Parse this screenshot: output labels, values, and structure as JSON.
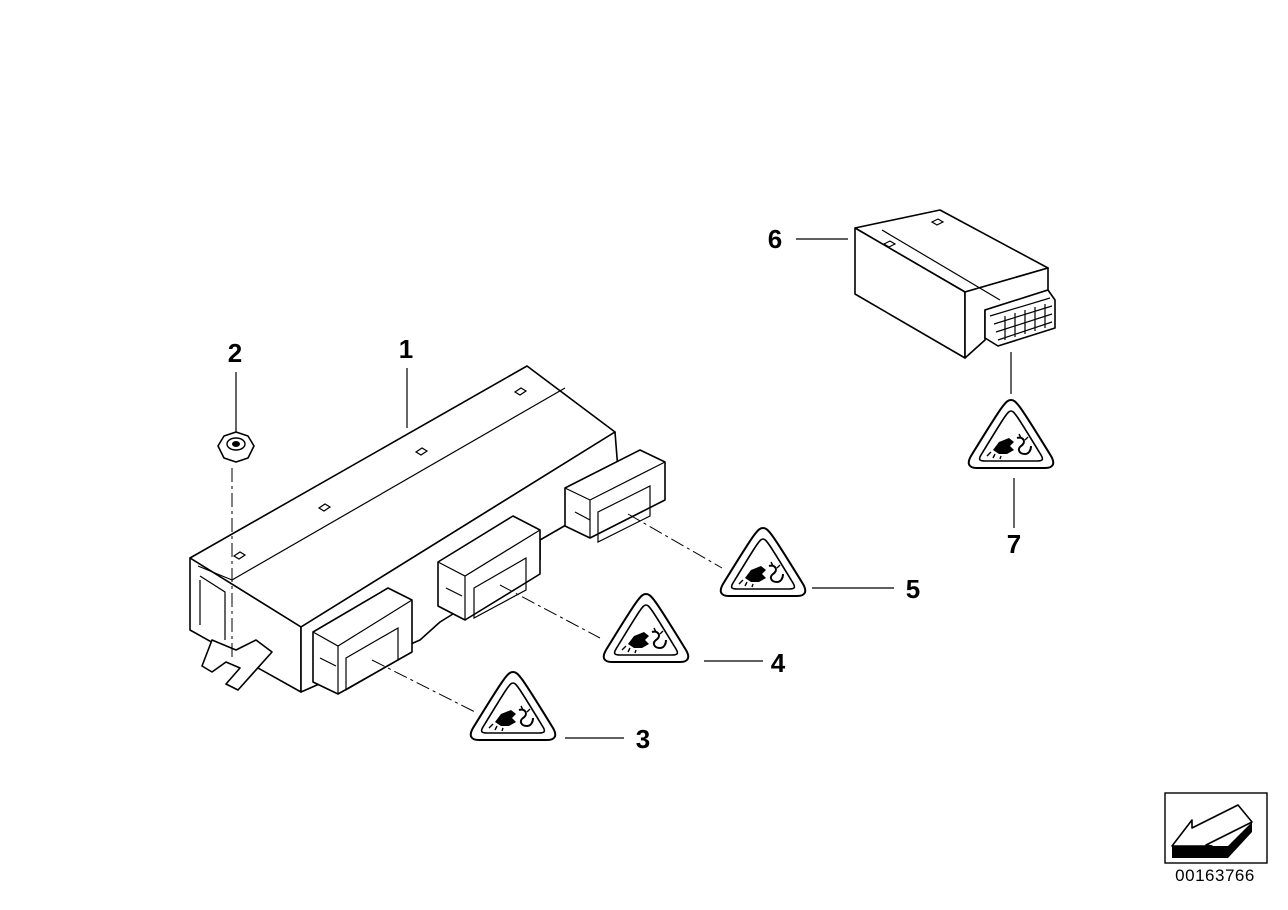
{
  "callouts": [
    {
      "id": "1",
      "label": "1"
    },
    {
      "id": "2",
      "label": "2"
    },
    {
      "id": "3",
      "label": "3"
    },
    {
      "id": "4",
      "label": "4"
    },
    {
      "id": "5",
      "label": "5"
    },
    {
      "id": "6",
      "label": "6"
    },
    {
      "id": "7",
      "label": "7"
    }
  ],
  "document_number": "00163766",
  "icons": {
    "warning_triangle": "esd-warning-triangle-icon",
    "navigation_arrow": "arrow-down-left-icon"
  }
}
